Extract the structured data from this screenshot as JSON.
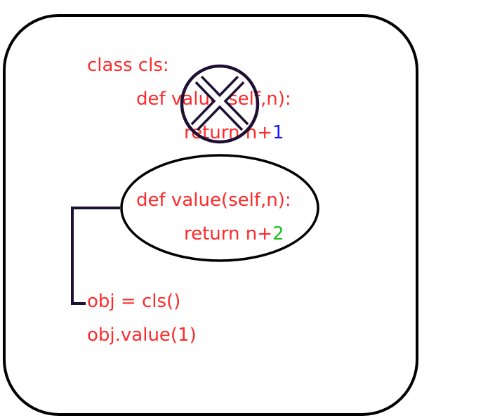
{
  "colors": {
    "code_text": "#ff2a2a",
    "num_first": "#1a1aff",
    "num_second": "#1fbf1f",
    "frame": "#000000",
    "connector": "#1e1035"
  },
  "icons": {
    "override_mark": "x-in-circle-icon"
  },
  "code": {
    "class_line": "class cls:",
    "def1": "def value(self,n):",
    "return1_prefix": "return n+",
    "return1_num": "1",
    "def2": "def value(self,n):",
    "return2_prefix": "return n+",
    "return2_num": "2",
    "obj_line": "obj = cls()",
    "call_line": "obj.value(1)"
  }
}
